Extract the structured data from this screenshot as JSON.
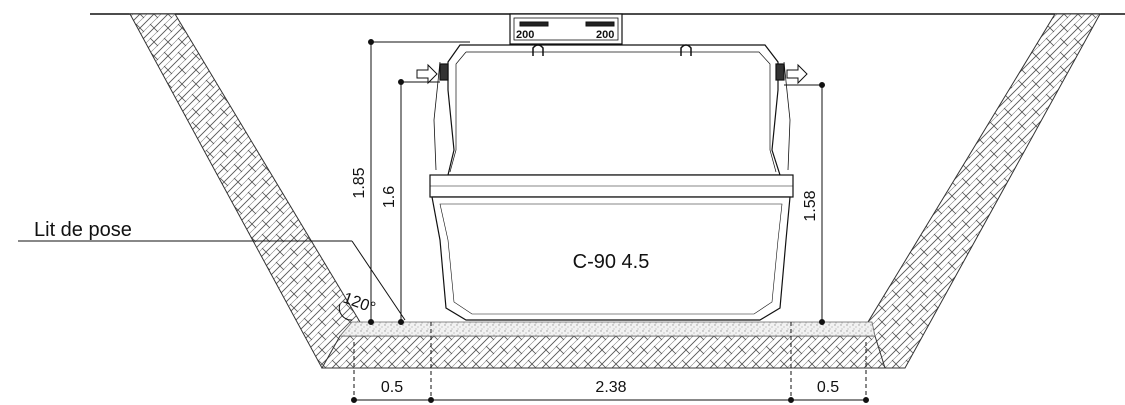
{
  "diagram": {
    "tank_label": "C-90 4.5",
    "bedding_label": "Lit de pose",
    "angle_label": "120°",
    "cover_labels": [
      "200",
      "200"
    ],
    "dims": {
      "total_height": "1.85",
      "inlet_height": "1.6",
      "outlet_height": "1.58",
      "left_clearance": "0.5",
      "tank_width": "2.38",
      "right_clearance": "0.5"
    }
  }
}
